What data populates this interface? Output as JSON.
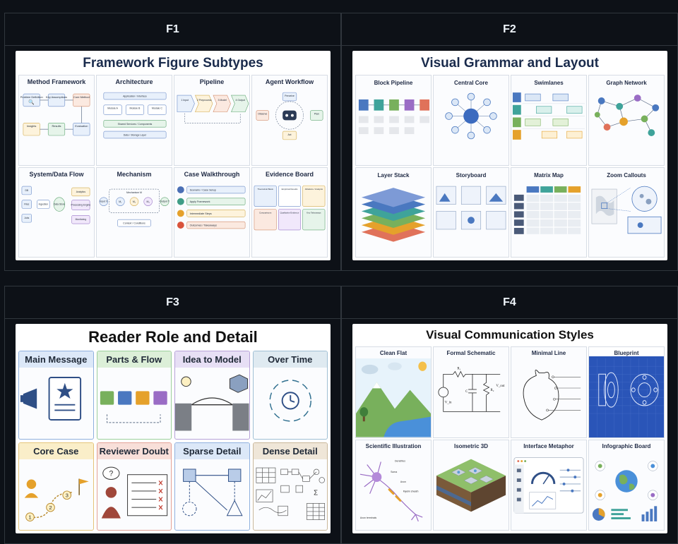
{
  "cells": [
    {
      "id": "F1",
      "title": "Framework Figure Subtypes",
      "panels": [
        "Method Framework",
        "Architecture",
        "Pipeline",
        "Agent Workflow",
        "System/Data Flow",
        "Mechanism",
        "Case Walkthrough",
        "Evidence Board"
      ],
      "details": {
        "method": [
          "Problem Definition",
          "Key Assumptions",
          "Core Method",
          "Insights",
          "Results",
          "Evaluation"
        ],
        "arch": [
          "Application / Interface",
          "Module A",
          "Module B",
          "Module C",
          "Shared Services / Components",
          "Data / Storage Layer"
        ],
        "pipeline": [
          "1 Input",
          "2 Preprocess",
          "3 Model",
          "4 Output"
        ],
        "agent": [
          "Perceive",
          "Observe",
          "Plan",
          "Act"
        ],
        "sysflow": [
          "DB",
          "Files",
          "Jobs",
          "Ingestion",
          "Data Store",
          "Analytics",
          "Processing Engine",
          "Monitoring"
        ],
        "mechanism": [
          "Mechanism M",
          "Input X",
          "M₁",
          "M₂",
          "M₃",
          "Output Y",
          "Context / Conditions"
        ],
        "case": [
          "Scenario / Case Setup",
          "Apply Framework",
          "Intermediate Steps",
          "Outcomes / Takeaways"
        ],
        "evidence": [
          "Theoretical Basis",
          "Empirical Results",
          "Ablations / Analysis",
          "Comparisons",
          "Qualitative Evidence",
          "Key Takeaways"
        ]
      }
    },
    {
      "id": "F2",
      "title": "Visual Grammar and Layout",
      "panels": [
        "Block Pipeline",
        "Central Core",
        "Swimlanes",
        "Graph Network",
        "Layer Stack",
        "Storyboard",
        "Matrix Map",
        "Zoom Callouts"
      ]
    },
    {
      "id": "F3",
      "title": "Reader Role and Detail",
      "panels": [
        "Main Message",
        "Parts & Flow",
        "Idea to Model",
        "Over Time",
        "Core Case",
        "Reviewer Doubt",
        "Sparse Detail",
        "Dense Detail"
      ],
      "marks": [
        "1",
        "2",
        "3",
        "?",
        "Σ"
      ]
    },
    {
      "id": "F4",
      "title": "Visual Communication Styles",
      "panels": [
        "Clean Flat",
        "Formal Schematic",
        "Minimal Line",
        "Blueprint",
        "Scientific Illustration",
        "Isometric 3D",
        "Interface Metaphor",
        "Infographic Board"
      ],
      "schematic_labels": [
        "R₁",
        "C",
        "R₂",
        "V_in",
        "V_out"
      ],
      "neuron_labels": [
        "Dendrites",
        "Soma",
        "Axon",
        "Myelin sheath",
        "Axon terminals"
      ]
    }
  ],
  "colors": {
    "background": "#0d1117",
    "border": "#30363d",
    "header_text": "#f0f6fc",
    "title_navy": "#1a2b4c",
    "blueprint": "#2a55b8"
  }
}
